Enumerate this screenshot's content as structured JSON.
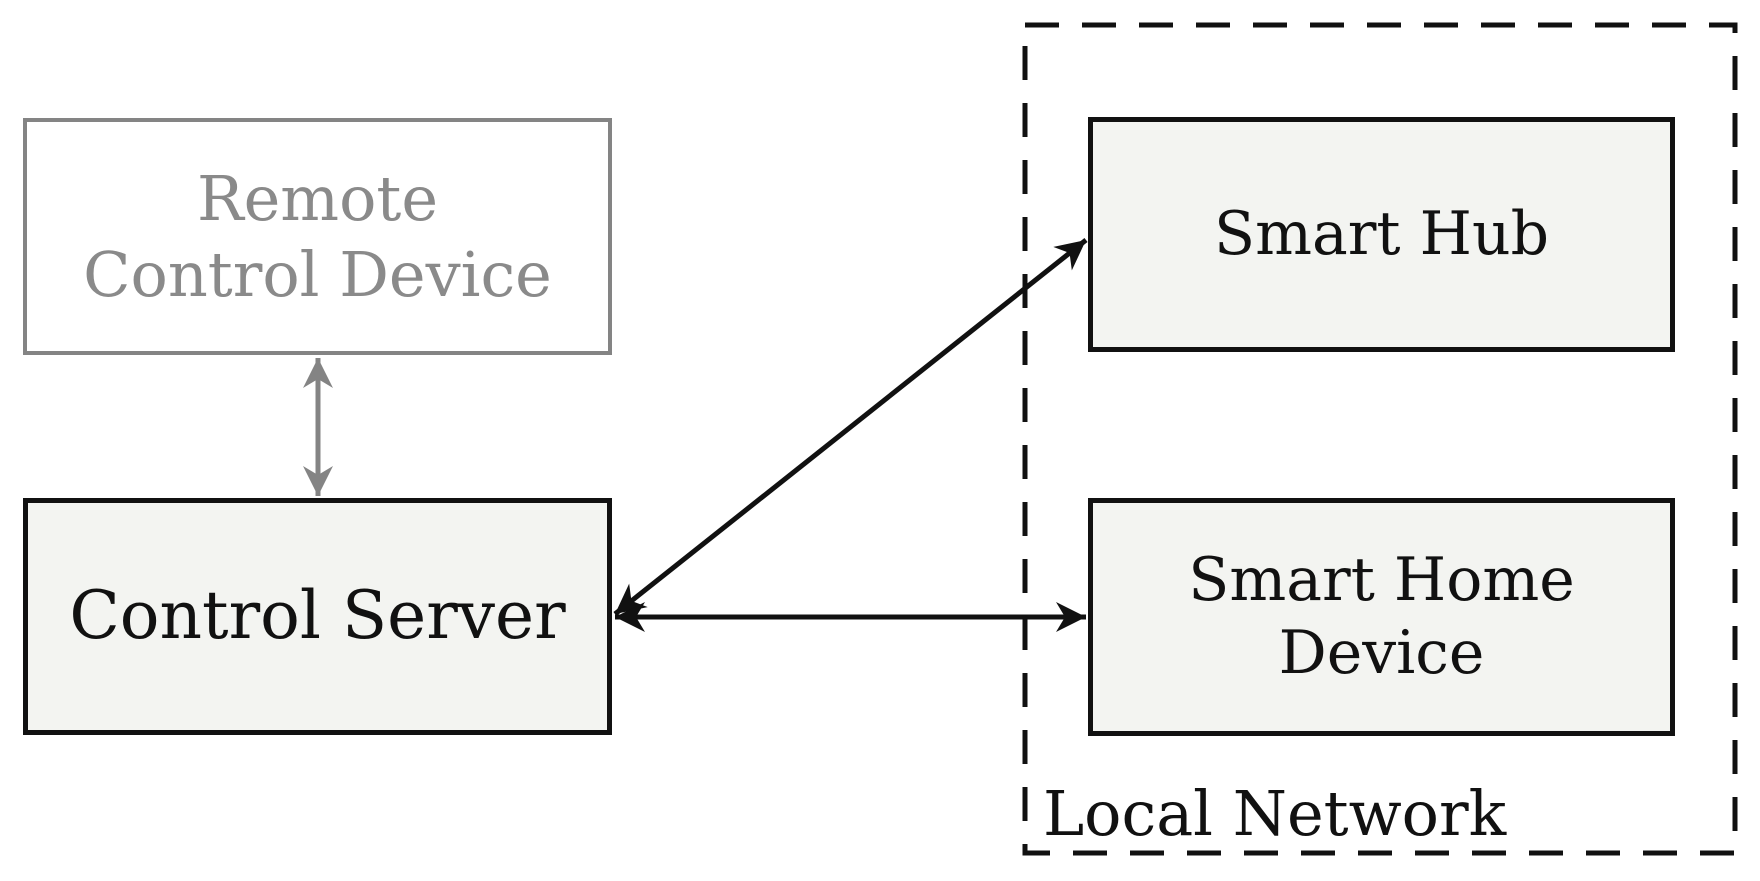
{
  "diagram": {
    "nodes": {
      "remote": {
        "line1": "Remote",
        "line2": "Control Device"
      },
      "control": {
        "label": "Control Server"
      },
      "hub": {
        "label": "Smart Hub"
      },
      "device": {
        "line1": "Smart Home",
        "line2": "Device"
      },
      "localnet": {
        "label": "Local Network"
      }
    },
    "edges": [
      {
        "from": "Remote Control Device",
        "to": "Control Server",
        "direction": "bidirectional",
        "color_key": "gray"
      },
      {
        "from": "Control Server",
        "to": "Smart Hub",
        "direction": "bidirectional",
        "color_key": "ink"
      },
      {
        "from": "Control Server",
        "to": "Smart Home Device",
        "direction": "bidirectional",
        "color_key": "ink"
      }
    ]
  },
  "colors": {
    "ink": "#111111",
    "gray": "#848484",
    "gray-text": "#8a8a8a",
    "fill": "#f3f4f1"
  }
}
